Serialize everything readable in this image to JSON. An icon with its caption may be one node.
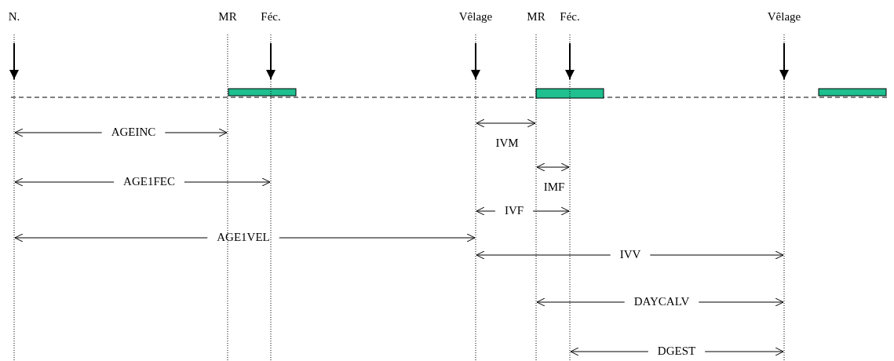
{
  "diagram": {
    "labels": [
      "N.",
      "MR",
      "Féc.",
      "Vêlage",
      "MR",
      "Féc.",
      "Vêlage",
      "AGEINC",
      "AGE1FEC",
      "AGE1VEL",
      "IVM",
      "IMF",
      "IVF",
      "IVV",
      "DAYCALV",
      "DGEST"
    ]
  }
}
